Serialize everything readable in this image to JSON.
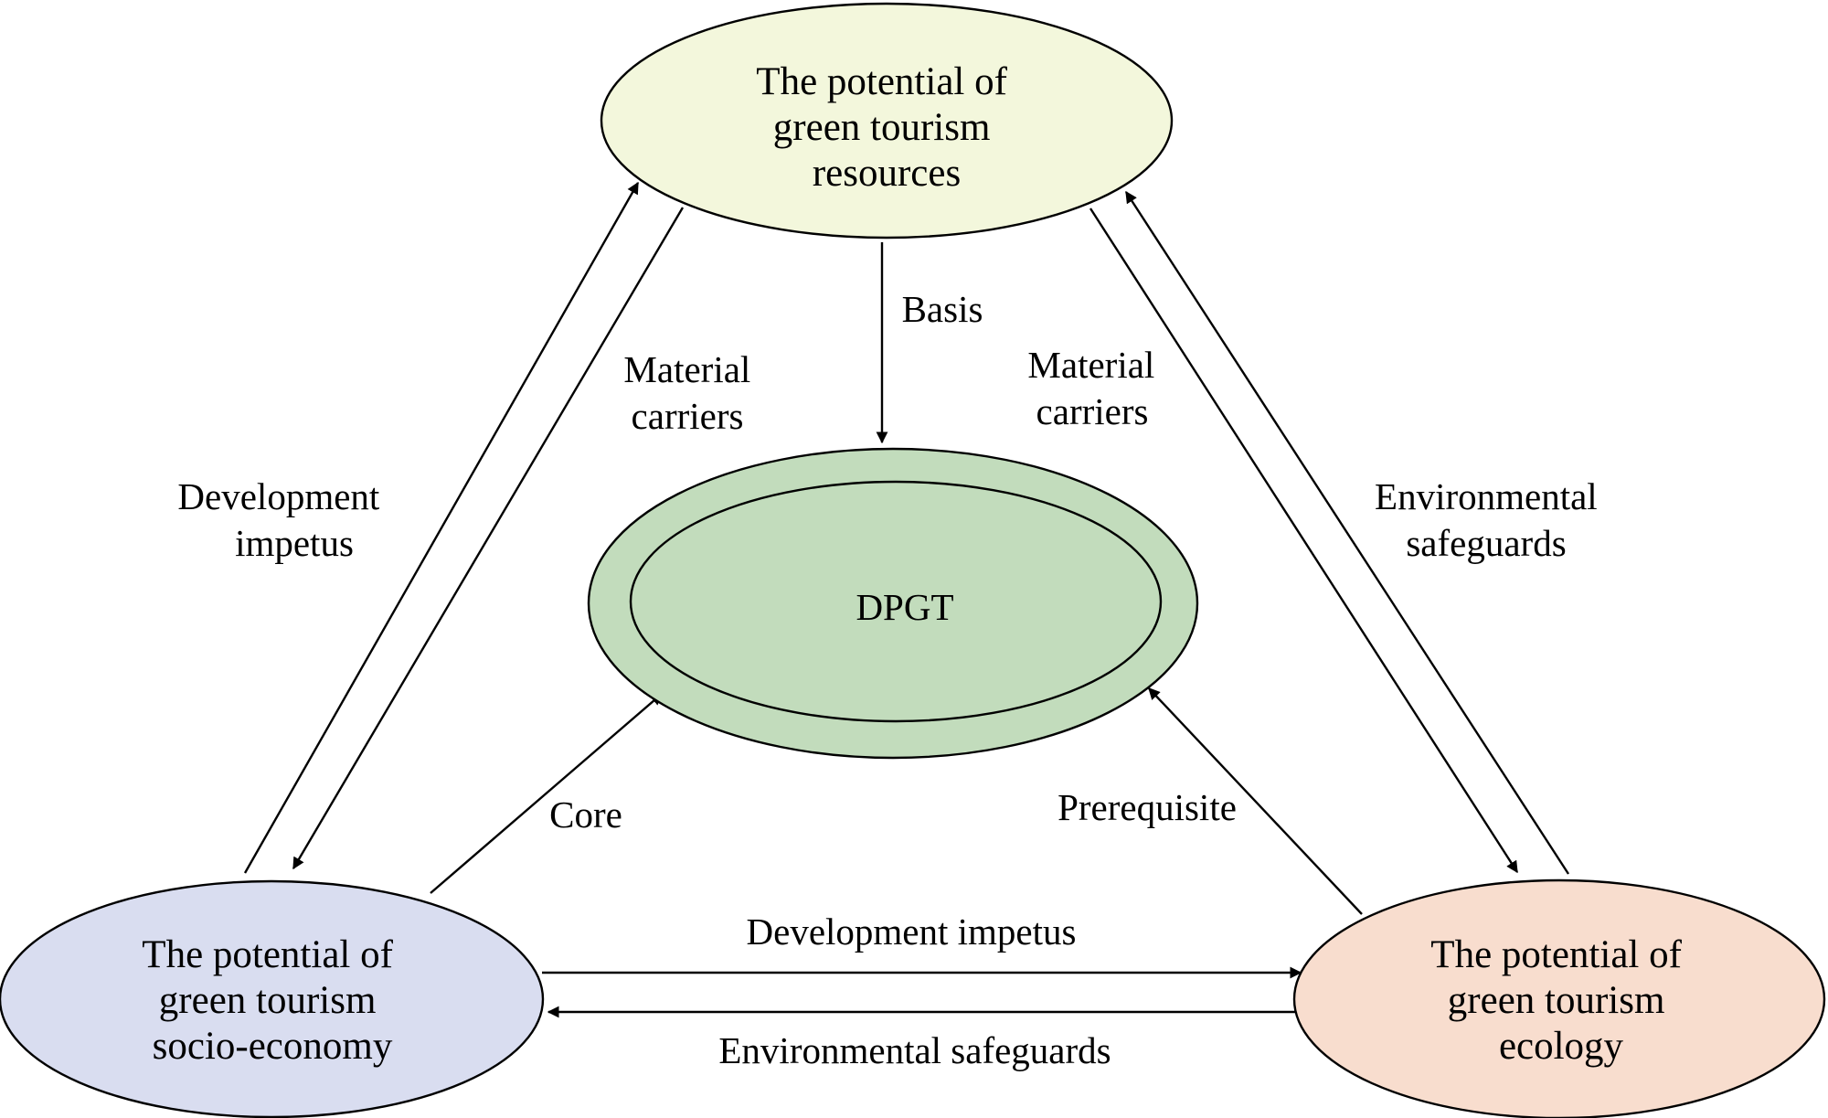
{
  "colors": {
    "resources_fill": "#F3F7DC",
    "socio_fill": "#D9DDF0",
    "ecology_fill": "#F8DDCE",
    "core_fill": "#C2DCBC",
    "line": "#000000"
  },
  "nodes": {
    "resources": {
      "lines": [
        "The potential of",
        "green tourism",
        "resources"
      ]
    },
    "socio": {
      "lines": [
        "The potential of",
        "green tourism",
        "socio-economy"
      ]
    },
    "ecology": {
      "lines": [
        "The potential of",
        "green tourism",
        "ecology"
      ]
    },
    "core": {
      "label": "DPGT"
    }
  },
  "edge_labels": {
    "basis": [
      "Basis"
    ],
    "material_left": [
      "Material",
      "carriers"
    ],
    "material_right": [
      "Material",
      "carriers"
    ],
    "dev_left": [
      "Development",
      "impetus"
    ],
    "env_right": [
      "Environmental",
      "safeguards"
    ],
    "core": [
      "Core"
    ],
    "prerequisite": [
      "Prerequisite"
    ],
    "dev_bottom": [
      "Development impetus"
    ],
    "env_bottom": [
      "Environmental safeguards"
    ]
  }
}
